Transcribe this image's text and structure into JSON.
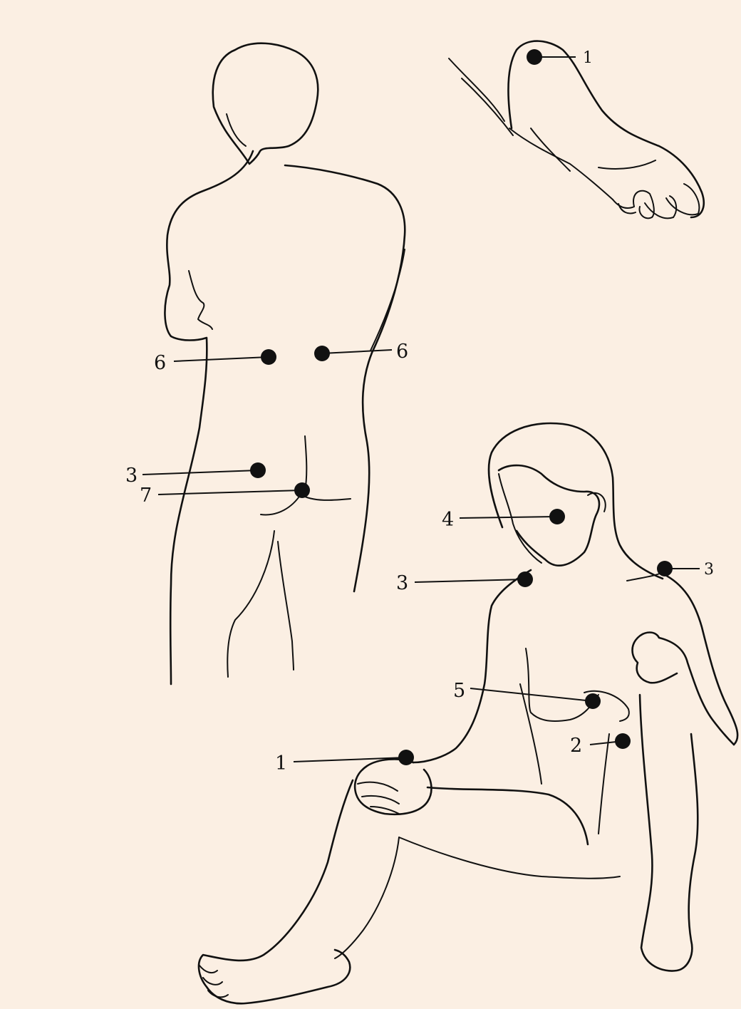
{
  "colors": {
    "paper": "#fbefe3",
    "ink": "#111111"
  },
  "figures": {
    "back_view": {
      "points": [
        {
          "label": "6",
          "side": "left"
        },
        {
          "label": "6",
          "side": "right"
        },
        {
          "label": "3",
          "side": "left"
        },
        {
          "label": "7",
          "side": "left"
        }
      ]
    },
    "foot_view": {
      "points": [
        {
          "label": "1",
          "side": "right"
        }
      ]
    },
    "seated_view": {
      "points": [
        {
          "label": "4",
          "side": "left"
        },
        {
          "label": "3",
          "side": "left"
        },
        {
          "label": "3",
          "side": "right"
        },
        {
          "label": "5",
          "side": "left"
        },
        {
          "label": "2",
          "side": "left"
        },
        {
          "label": "1",
          "side": "left"
        }
      ]
    }
  }
}
